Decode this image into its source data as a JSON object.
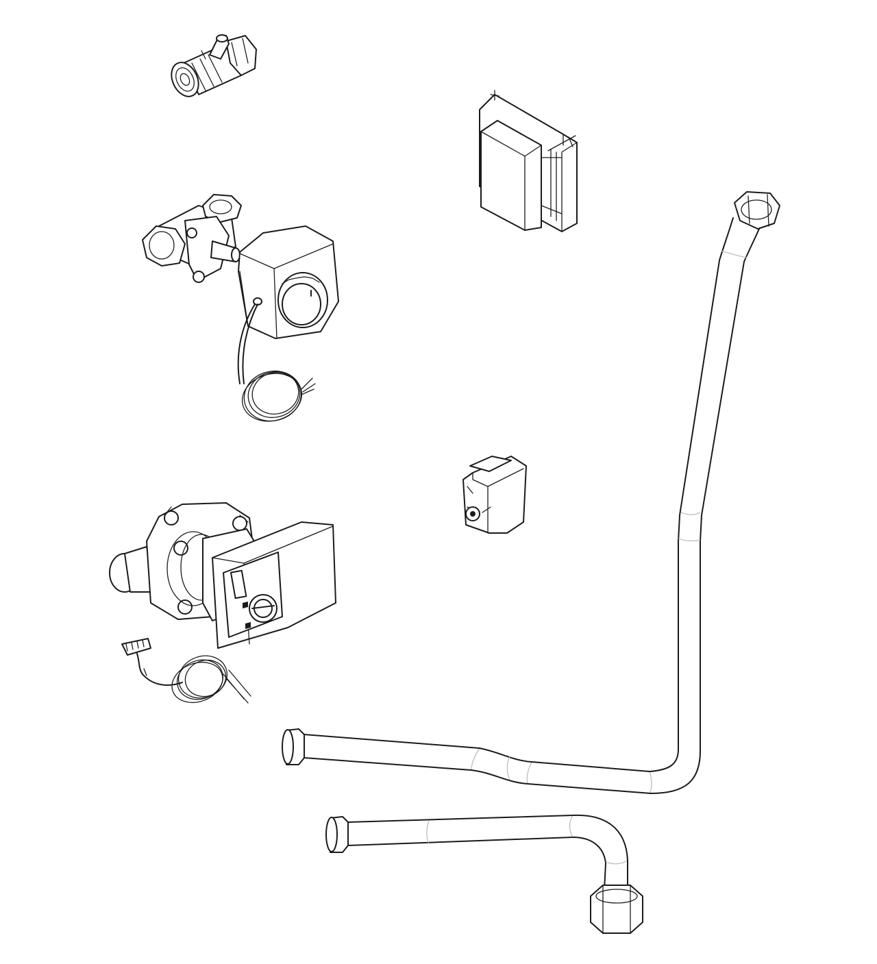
{
  "diagram": {
    "parts": [
      {
        "id": "isolation-valve",
        "kind": "ball valve fitting",
        "icon": "valve-icon"
      },
      {
        "id": "control-box",
        "kind": "electronic control module",
        "icon": "control-box-icon"
      },
      {
        "id": "mixing-valve-actuator",
        "kind": "3-way mixing valve with actuator and sensor cable",
        "icon": "actuator-icon"
      },
      {
        "id": "small-sensor-housing",
        "kind": "sensor housing / clip",
        "icon": "sensor-icon"
      },
      {
        "id": "circulation-pump",
        "kind": "circulation pump with cable",
        "icon": "pump-icon"
      },
      {
        "id": "l-pipe",
        "kind": "bent connection pipe with union nut",
        "icon": "pipe-icon"
      },
      {
        "id": "short-pipe",
        "kind": "short bent connection pipe with union nut",
        "icon": "pipe-icon"
      }
    ]
  }
}
